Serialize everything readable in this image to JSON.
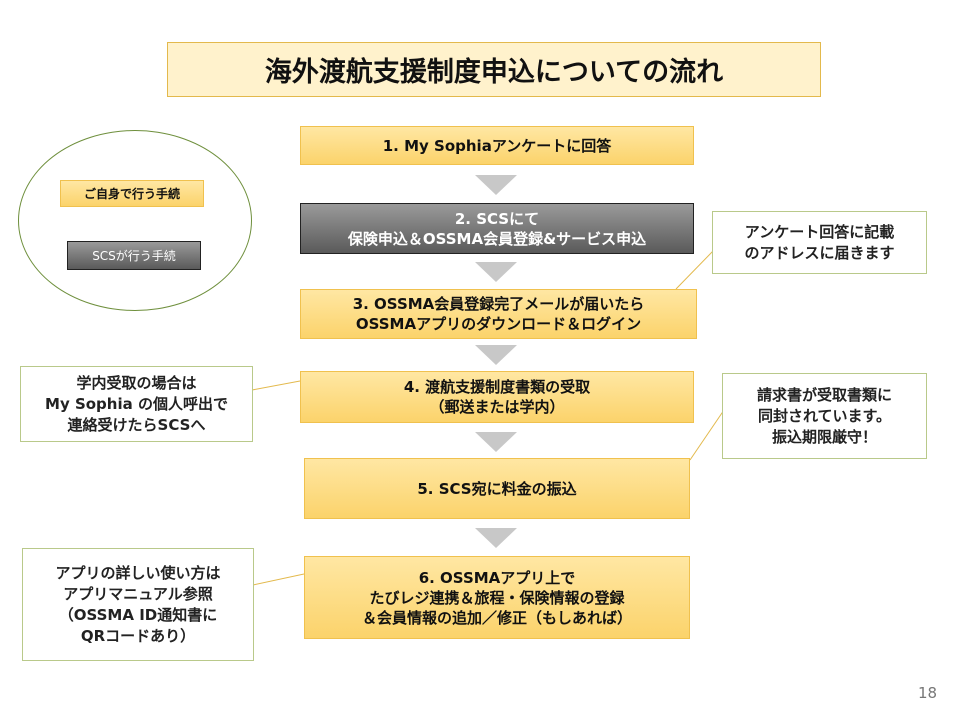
{
  "title": "海外渡航支援制度申込についての流れ",
  "legend": {
    "self": "ご自身で行う手続",
    "scs": "SCSが行う手続"
  },
  "steps": [
    {
      "line1": "1. My Sophiaアンケートに回答"
    },
    {
      "line1": "2. SCSにて",
      "line2": "保険申込＆OSSMA会員登録&サービス申込"
    },
    {
      "line1": "3. OSSMA会員登録完了メールが届いたら",
      "line2": "OSSMAアプリのダウンロード＆ログイン"
    },
    {
      "line1": "4. 渡航支援制度書類の受取",
      "line2": "（郵送または学内）"
    },
    {
      "line1": "5. SCS宛に料金の振込"
    },
    {
      "line1": "6. OSSMAアプリ上で",
      "line2": "たびレジ連携＆旅程・保険情報の登録",
      "line3": "＆会員情報の追加／修正（もしあれば）"
    }
  ],
  "notes": {
    "address": [
      "アンケート回答に記載",
      "のアドレスに届きます"
    ],
    "invoice": [
      "請求書が受取書類に",
      "同封されています。",
      "振込期限厳守！"
    ],
    "campus": [
      "学内受取の場合は",
      "My Sophia の個人呼出で",
      "連絡受けたらSCSへ"
    ],
    "app": [
      "アプリの詳しい使い方は",
      "アプリマニュアル参照",
      "（OSSMA ID通知書に",
      "QRコードあり）"
    ]
  },
  "page_number": "18"
}
